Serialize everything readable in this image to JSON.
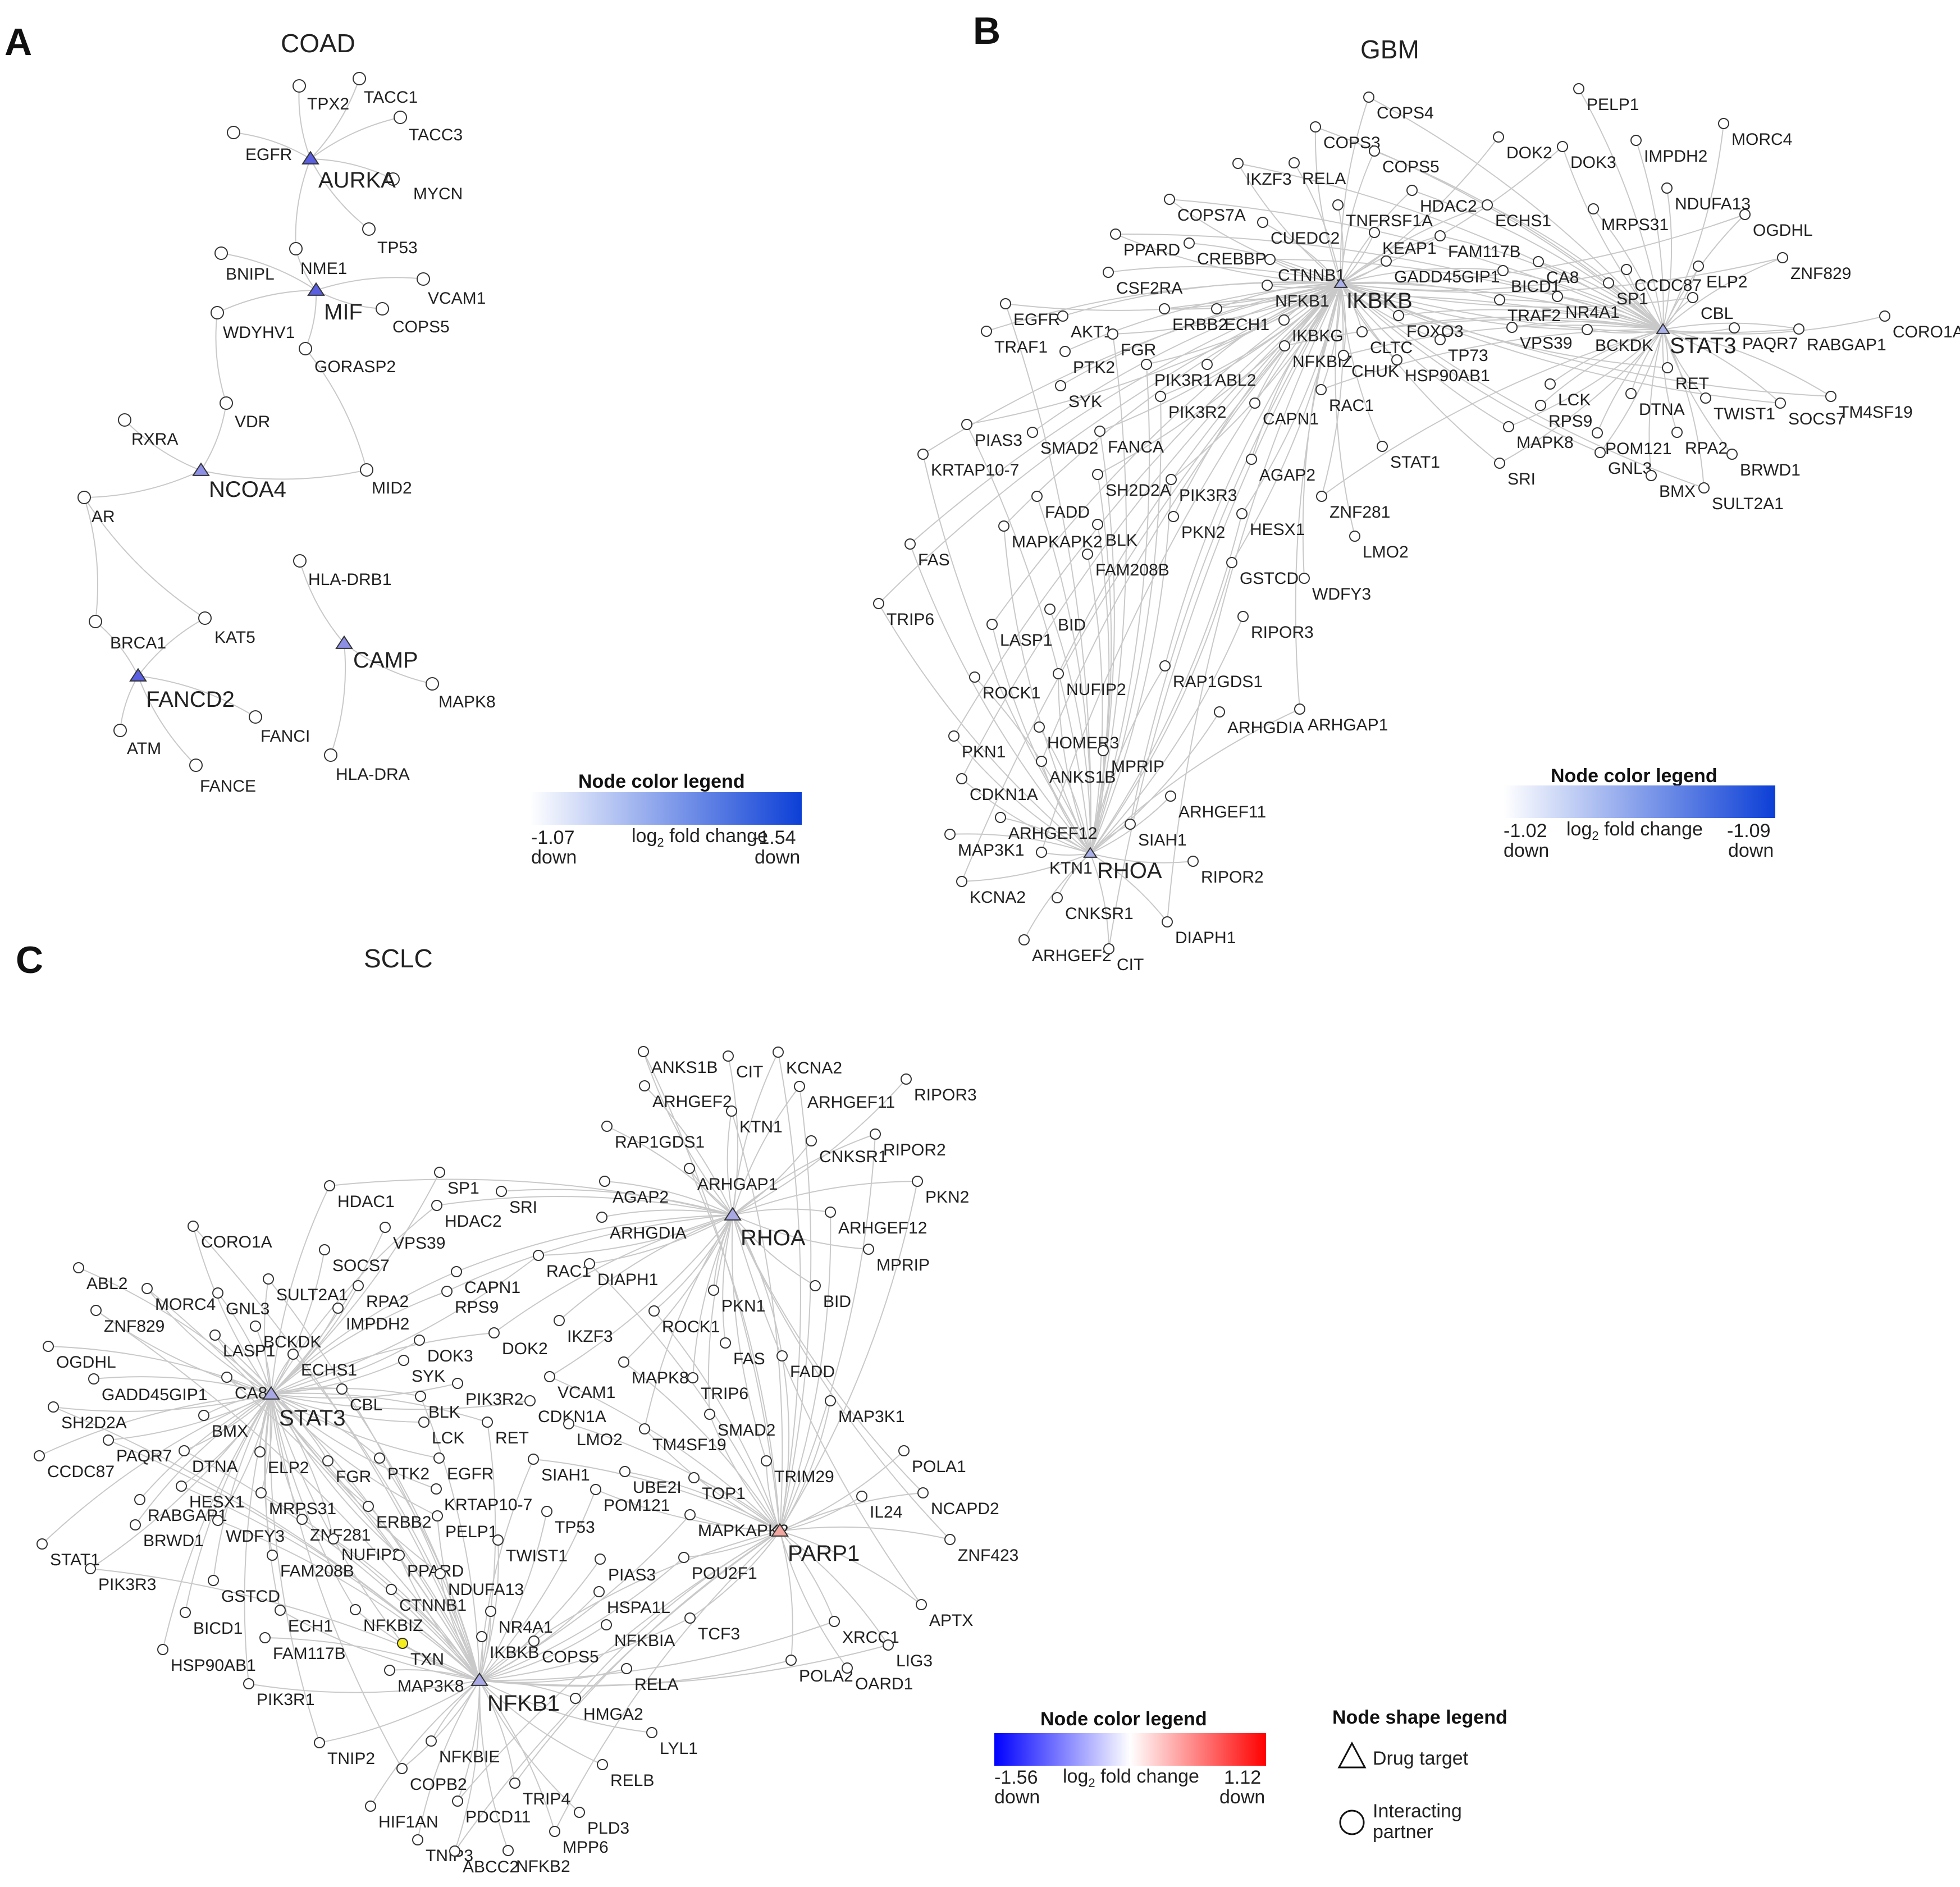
{
  "panels": [
    {
      "letter": "A",
      "title": "COAD",
      "hubs": [
        "AURKA",
        "MIF",
        "NCOA4",
        "FANCD2",
        "CAMP"
      ],
      "partners": [
        "TPX2",
        "TACC1",
        "TACC3",
        "EGFR",
        "MYCN",
        "NME1",
        "TP53",
        "BNIPL",
        "VCAM1",
        "WDYHV1",
        "COPS5",
        "GORASP2",
        "VDR",
        "RXRA",
        "MID2",
        "AR",
        "HLA-DRB1",
        "BRCA1",
        "KAT5",
        "MAPK8",
        "ATM",
        "FANCI",
        "FANCE",
        "HLA-DRA"
      ],
      "legend": {
        "title": "Node color legend",
        "min": "-1.07",
        "max": "-1.54",
        "min_note": "down",
        "max_note": "down",
        "colors": [
          "#ffffff",
          "#0c3fd6"
        ]
      }
    },
    {
      "letter": "B",
      "title": "GBM",
      "hubs": [
        "IKBKB",
        "STAT3",
        "RHOA"
      ],
      "partners": [
        "COPS4",
        "PELP1",
        "COPS3",
        "MORC4",
        "COPS5",
        "DOK2",
        "DOK3",
        "IMPDH2",
        "IKZF3",
        "RELA",
        "HDAC2",
        "NDUFA13",
        "COPS7A",
        "TNFRSF1A",
        "ECHS1",
        "MRPS31",
        "OGDHL",
        "CUEDC2",
        "PPARD",
        "KEAP1",
        "FAM117B",
        "CREBBP",
        "CTNNB1",
        "GADD45GIP1",
        "BICD1",
        "CA8",
        "CCDC87",
        "ELP2",
        "ZNF829",
        "CSF2RA",
        "NFKB1",
        "SP1",
        "EGFR",
        "NR4A1",
        "CBL",
        "CORO1A",
        "ERBB2",
        "ECH1",
        "TRAF2",
        "AKT1",
        "FOXO3",
        "TRAF1",
        "FGR",
        "IKBKG",
        "CLTC",
        "VPS39",
        "BCKDK",
        "PAQR7",
        "RABGAP1",
        "PTK2",
        "PIK3R1",
        "TP73",
        "NFKBIZ",
        "ABL2",
        "CHUK",
        "HSP90AB1",
        "TM4SF19",
        "SYK",
        "RET",
        "LCK",
        "RAC1",
        "CAPN1",
        "PIK3R2",
        "TWIST1",
        "SOCS7",
        "DTNA",
        "PIAS3",
        "SMAD2",
        "FANCA",
        "RPS9",
        "MAPK8",
        "POM121",
        "KRTAP10-7",
        "STAT1",
        "SRI",
        "RPA2",
        "GNL3",
        "BRWD1",
        "SH2D2A",
        "AGAP2",
        "PIK3R3",
        "BMX",
        "SULT2A1",
        "FADD",
        "HESX1",
        "PKN2",
        "ZNF281",
        "BLK",
        "MAPKAPK2",
        "LMO2",
        "FAS",
        "FAM208B",
        "GSTCD",
        "WDFY3",
        "TRIP6",
        "BID",
        "LASP1",
        "RIPOR3",
        "RAP1GDS1",
        "ROCK1",
        "NUFIP2",
        "ARHGDIA",
        "ARHGAP1",
        "HOMER3",
        "PKN1",
        "MPRIP",
        "ANKS1B",
        "ARHGEF11",
        "CDKN1A",
        "ARHGEF12",
        "SIAH1",
        "MAP3K1",
        "KTN1",
        "RIPOR2",
        "KCNA2",
        "CNKSR1",
        "DIAPH1",
        "ARHGEF2",
        "CIT"
      ],
      "legend": {
        "title": "Node color legend",
        "min": "-1.02",
        "max": "-1.09",
        "min_note": "down",
        "max_note": "down",
        "colors": [
          "#ffffff",
          "#0c3fd6"
        ]
      }
    },
    {
      "letter": "C",
      "title": "SCLC",
      "hubs": [
        "RHOA",
        "STAT3",
        "PARP1",
        "NFKB1"
      ],
      "partners": [
        "ANKS1B",
        "CIT",
        "KCNA2",
        "ARHGEF2",
        "ARHGEF11",
        "RIPOR3",
        "KTN1",
        "RAP1GDS1",
        "RIPOR2",
        "CNKSR1",
        "ARHGAP1",
        "SP1",
        "PKN2",
        "AGAP2",
        "HDAC1",
        "SRI",
        "HDAC2",
        "ARHGDIA",
        "ARHGEF12",
        "VPS39",
        "CORO1A",
        "SOCS7",
        "RAC1",
        "MPRIP",
        "DIAPH1",
        "ABL2",
        "SULT2A1",
        "RPA2",
        "CAPN1",
        "BID",
        "MORC4",
        "GNL3",
        "RPS9",
        "PKN1",
        "ZNF829",
        "IMPDH2",
        "ROCK1",
        "IKZF3",
        "LASP1",
        "BCKDK",
        "DOK2",
        "FAS",
        "FADD",
        "OGDHL",
        "ECHS1",
        "DOK3",
        "MAPK8",
        "GADD45GIP1",
        "CA8",
        "SYK",
        "VCAM1",
        "TRIP6",
        "CBL",
        "PIK3R2",
        "SH2D2A",
        "BMX",
        "BLK",
        "CDKN1A",
        "SMAD2",
        "MAP3K1",
        "PAQR7",
        "LCK",
        "RET",
        "LMO2",
        "TM4SF19",
        "CCDC87",
        "DTNA",
        "ELP2",
        "PTK2",
        "EGFR",
        "SIAH1",
        "UBE2I",
        "TRIM29",
        "POLA1",
        "FGR",
        "TOP1",
        "HESX1",
        "RABGAP1",
        "MRPS31",
        "KRTAP10-7",
        "POM121",
        "IL24",
        "NCAPD2",
        "ERBB2",
        "MAPKAPK2",
        "BRWD1",
        "WDFY3",
        "ZNF281",
        "PELP1",
        "TP53",
        "ZNF423",
        "STAT1",
        "NUFIP2",
        "TWIST1",
        "POU2F1",
        "FAM208B",
        "PPARD",
        "PIAS3",
        "PIK3R3",
        "GSTCD",
        "NDUFA13",
        "HSPA1L",
        "APTX",
        "CTNNB1",
        "TCF3",
        "BICD1",
        "ECH1",
        "NR4A1",
        "XRCC1",
        "FAM117B",
        "NFKBIZ",
        "NFKBIA",
        "LIG3",
        "HSP90AB1",
        "COPS5",
        "RELA",
        "POLA2",
        "OARD1",
        "TXN",
        "IKBKB",
        "PIK3R1",
        "MAP3K8",
        "HMGA2",
        "LYL1",
        "TNIP2",
        "NFKBIE",
        "COPB2",
        "RELB",
        "TRIP4",
        "HIF1AN",
        "PDCD11",
        "PLD3",
        "MPP6",
        "TNIP3",
        "ABCC2",
        "NFKB2"
      ],
      "legend": {
        "title": "Node color legend",
        "min": "-1.56",
        "max": "1.12",
        "min_note": "down",
        "max_note": "down",
        "colors": [
          "#0000ff",
          "#ffffff",
          "#ff0000"
        ]
      }
    }
  ],
  "common": {
    "axis_caption": "log",
    "axis_subscript": "2",
    "axis_suffix": " fold change"
  },
  "shape_legend": {
    "title": "Node shape legend",
    "triangle_label": "Drug target",
    "circle_label_line1": "Interacting",
    "circle_label_line2": "partner"
  },
  "colors": {
    "coad_hub": "#5a60e0",
    "gbm_hub": "#a9b1e8",
    "sclc_hub": "#a8a8e4",
    "sclc_parp1": "#f1a6a0",
    "txn_node": "#f4ee1f"
  }
}
